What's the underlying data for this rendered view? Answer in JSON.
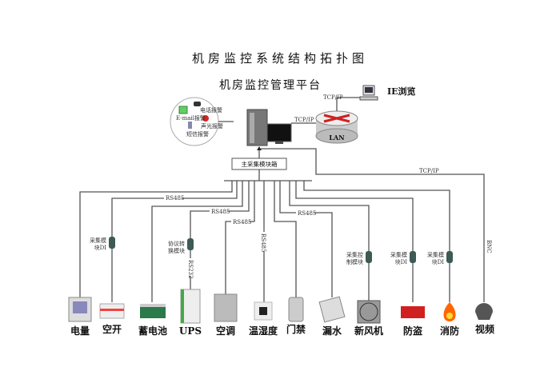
{
  "title": "机房监控系统结构拓扑图",
  "platform": "机房监控管理平台",
  "ie_browse": "IE浏览",
  "lan": "LAN",
  "main_box": "主采集模块箱",
  "alarms": [
    "电话报警",
    "E-mail报警",
    "声光报警",
    "短信报警"
  ],
  "links": {
    "tcp": "TCP/IP",
    "rs485": "RS485",
    "rs232": "RS232",
    "bnc": "BNC"
  },
  "modules": {
    "di": "采集模块DI",
    "di_l1": "采集模",
    "di_l2": "块DI",
    "proto_l1": "协议转",
    "proto_l2": "换模块",
    "ctrl_l1": "采集控",
    "ctrl_l2": "制模块"
  },
  "devices": [
    "电量",
    "空开",
    "蓄电池",
    "UPS",
    "空调",
    "温湿度",
    "门禁",
    "漏水",
    "新风机",
    "防盗",
    "消防",
    "视频"
  ],
  "colors": {
    "line": "#555555",
    "module": "#3d5a55",
    "router": "#d02020"
  }
}
